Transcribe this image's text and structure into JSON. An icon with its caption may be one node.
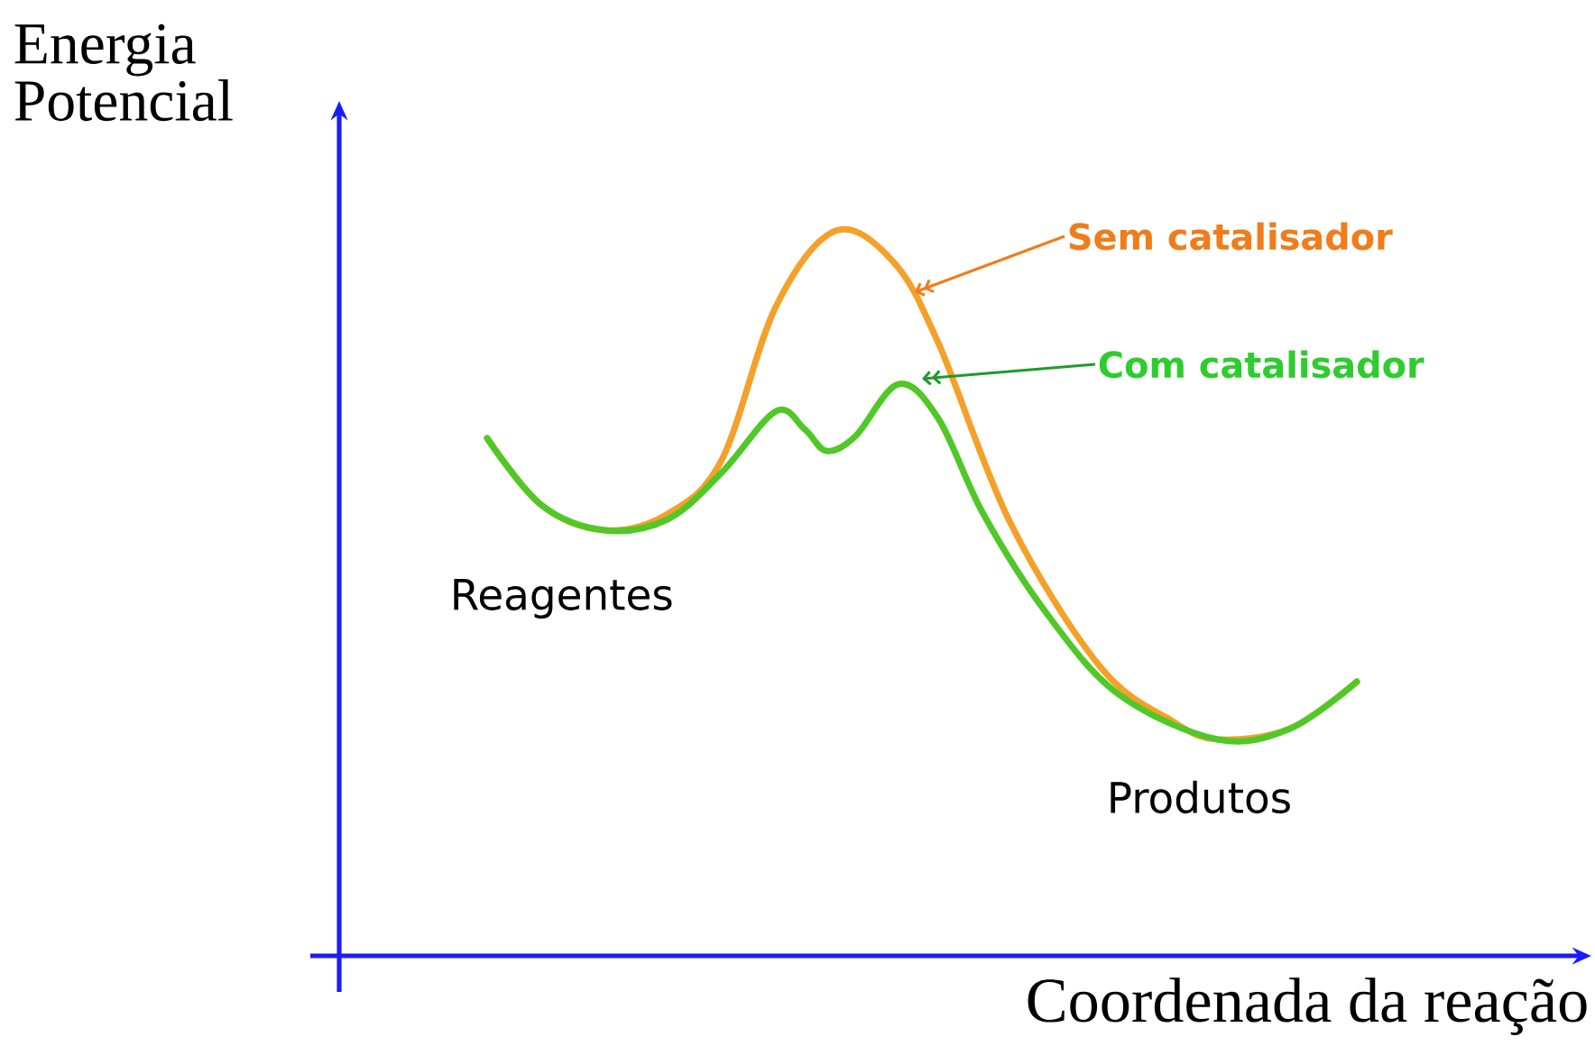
{
  "diagram": {
    "nodes": [
      {
        "text": [
          "Sem catalisador"
        ]
      },
      {
        "text": [
          "Com catalisador"
        ]
      }
    ],
    "edges": [
      {
        "from": 0,
        "to": null,
        "arrow": "to",
        "color": "#f07c1a"
      },
      {
        "from": 1,
        "to": null,
        "arrow": "to",
        "color": "#1f9a2e"
      }
    ],
    "labels": [
      "Energia Potencial",
      "Reagentes",
      "Produtos",
      "Coordenada da reação"
    ]
  }
}
